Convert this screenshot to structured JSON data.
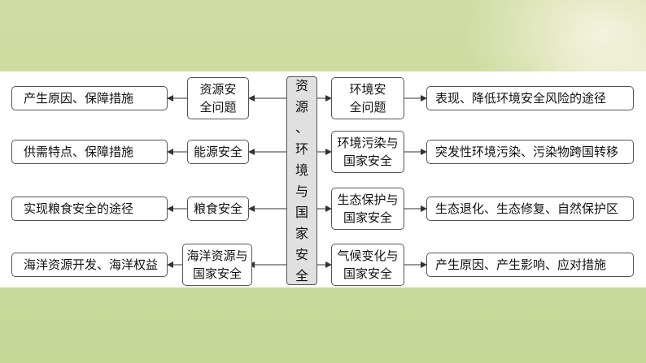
{
  "center_topic": "资源、环境与国家安全",
  "left_topics": [
    {
      "label": "资源安\n全问题",
      "detail": "产生原因、保障措施"
    },
    {
      "label": "能源安全",
      "detail": "供需特点、保障措施"
    },
    {
      "label": "粮食安全",
      "detail": "实现粮食安全的途径"
    },
    {
      "label": "海洋资源与\n国家安全",
      "detail": "海洋资源开发、海洋权益"
    }
  ],
  "right_topics": [
    {
      "label": "环境安\n全问题",
      "detail": "表现、降低环境安全风险的途径"
    },
    {
      "label": "环境污染与\n国家安全",
      "detail": "突发性环境污染、污染物跨国转移"
    },
    {
      "label": "生态保护与\n国家安全",
      "detail": "生态退化、生态修复、自然保护区"
    },
    {
      "label": "气候变化与\n国家安全",
      "detail": "产生原因、产生影响、应对措施"
    }
  ]
}
